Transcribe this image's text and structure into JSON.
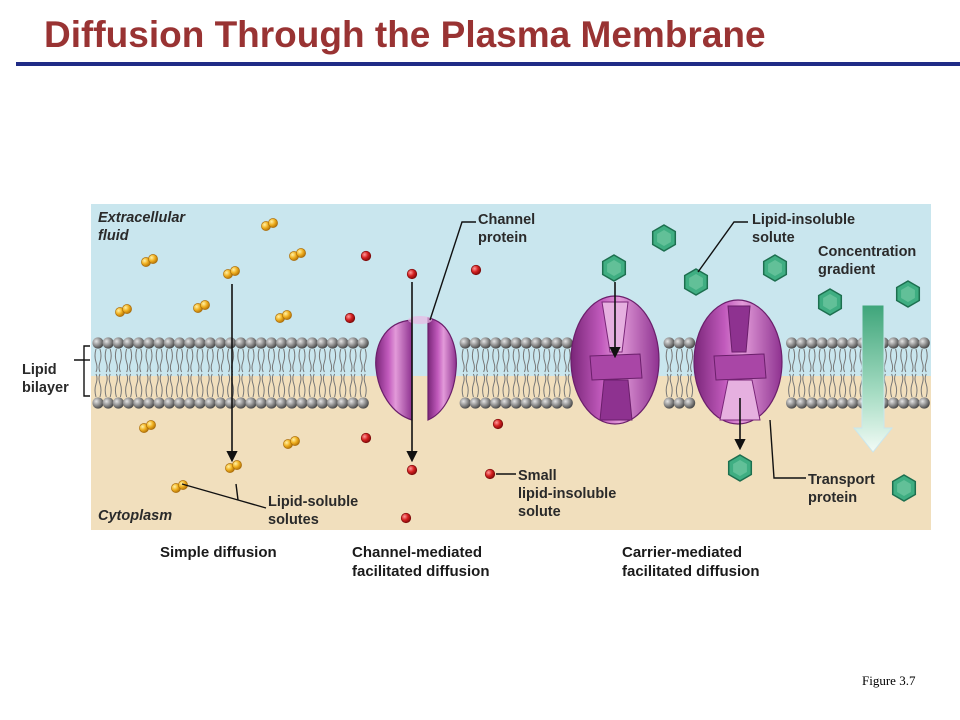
{
  "title": "Diffusion Through the Plasma Membrane",
  "figure_label": "Figure 3.7",
  "labels": {
    "extracellular_line1": "Extracellular",
    "extracellular_line2": "fluid",
    "cytoplasm": "Cytoplasm",
    "lipid_line1": "Lipid",
    "lipid_line2": "bilayer",
    "channel_line1": "Channel",
    "channel_line2": "protein",
    "insoluble_line1": "Lipid-insoluble",
    "insoluble_line2": "solute",
    "gradient_line1": "Concentration",
    "gradient_line2": "gradient",
    "soluble_line1": "Lipid-soluble",
    "soluble_line2": "solutes",
    "small_line1": "Small",
    "small_line2": "lipid-insoluble",
    "small_line3": "solute",
    "transport_line1": "Transport",
    "transport_line2": "protein"
  },
  "captions": {
    "simple": "Simple diffusion",
    "channel_line1": "Channel-mediated",
    "channel_line2": "facilitated diffusion",
    "carrier_line1": "Carrier-mediated",
    "carrier_line2": "facilitated diffusion"
  },
  "colors": {
    "title": "#993333",
    "rule": "#1f2b86",
    "extracellular": "#c9e6ee",
    "cytoplasm": "#f1dfbd",
    "protein": "#b44fb0",
    "soluble_solute": "#f0b020",
    "small_solute": "#d42020",
    "insoluble_solute": "#3fae82"
  }
}
